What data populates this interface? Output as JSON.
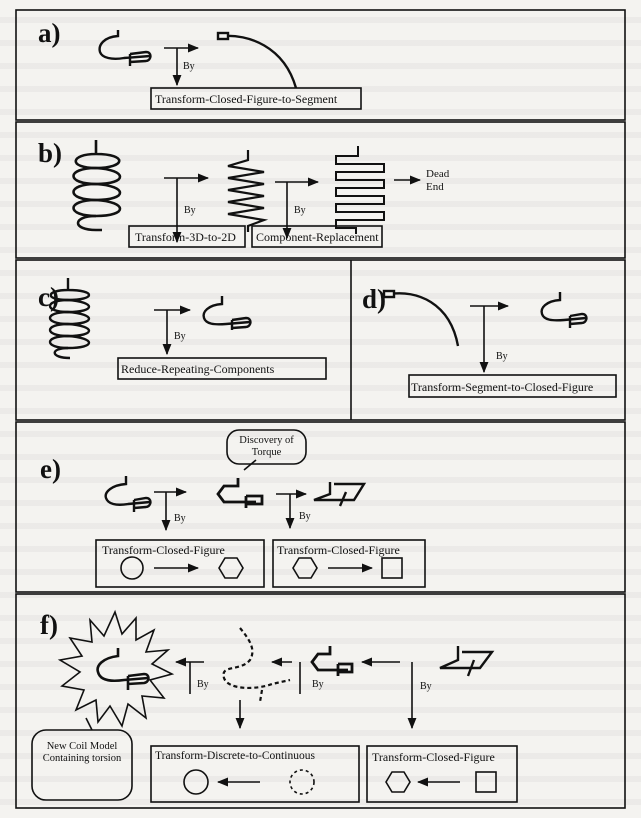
{
  "panels": {
    "a": {
      "label": "a)",
      "by": "By",
      "box": "Transform-Closed-Figure-to-Segment"
    },
    "b": {
      "label": "b)",
      "by1": "By",
      "by2": "By",
      "box1": "Transform-3D-to-2D",
      "box2": "Component-Replacement",
      "dead_end": "Dead End"
    },
    "c": {
      "label": "c)",
      "by": "By",
      "box": "Reduce-Repeating-Components"
    },
    "d": {
      "label": "d)",
      "by": "By",
      "box": "Transform-Segment-to-Closed-Figure"
    },
    "e": {
      "label": "e)",
      "by1": "By",
      "by2": "By",
      "callout": "Discovery of Torque",
      "box1": "Transform-Closed-Figure",
      "box2": "Transform-Closed-Figure"
    },
    "f": {
      "label": "f)",
      "by1": "By",
      "by2": "By",
      "by3": "By",
      "callout": "New Coil Model Containing torsion",
      "box1": "Transform-Discrete-to-Continuous",
      "box2": "Transform-Closed-Figure"
    }
  }
}
